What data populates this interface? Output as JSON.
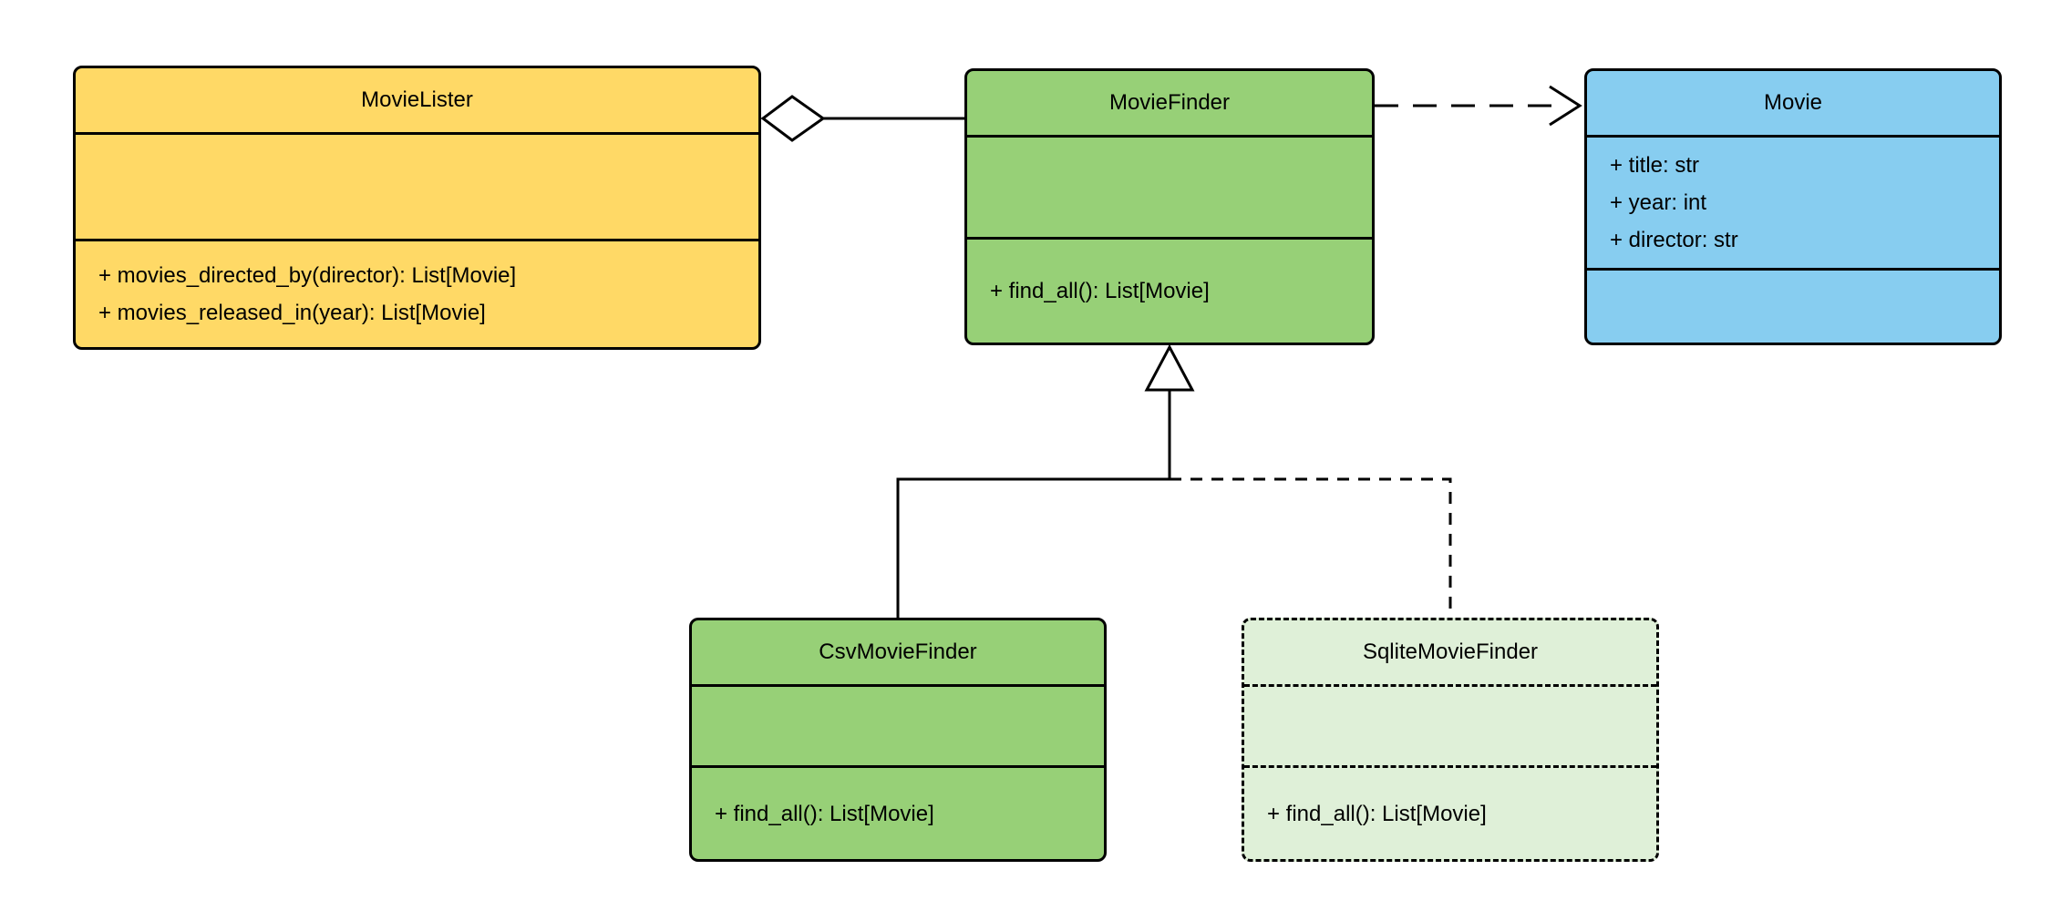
{
  "diagram": {
    "kind": "uml-class-diagram",
    "classes": {
      "movie_lister": {
        "name": "MovieLister",
        "attributes": [],
        "methods": [
          "+ movies_directed_by(director): List[Movie]",
          "+ movies_released_in(year): List[Movie]"
        ],
        "fill": "#FFD966",
        "border_style": "solid"
      },
      "movie_finder": {
        "name": "MovieFinder",
        "attributes": [],
        "methods": [
          "+ find_all(): List[Movie]"
        ],
        "fill": "#97D077",
        "border_style": "solid"
      },
      "movie": {
        "name": "Movie",
        "attributes": [
          "+ title: str",
          "+ year: int",
          "+ director: str"
        ],
        "methods": [],
        "fill": "#87CDF0",
        "border_style": "solid"
      },
      "csv_movie_finder": {
        "name": "CsvMovieFinder",
        "attributes": [],
        "methods": [
          "+ find_all(): List[Movie]"
        ],
        "fill": "#97D077",
        "border_style": "solid"
      },
      "sqlite_movie_finder": {
        "name": "SqliteMovieFinder",
        "attributes": [],
        "methods": [
          "+ find_all(): List[Movie]"
        ],
        "fill": "#DFF0D8",
        "border_style": "dashed"
      }
    },
    "relationships": [
      {
        "type": "aggregation",
        "source": "MovieLister",
        "target": "MovieFinder",
        "line": "solid"
      },
      {
        "type": "dependency",
        "source": "MovieFinder",
        "target": "Movie",
        "line": "dashed"
      },
      {
        "type": "generalization",
        "source": "CsvMovieFinder",
        "target": "MovieFinder",
        "line": "solid"
      },
      {
        "type": "generalization",
        "source": "SqliteMovieFinder",
        "target": "MovieFinder",
        "line": "dashed"
      }
    ],
    "line_color": "#000000",
    "background": "#FFFFFF"
  }
}
